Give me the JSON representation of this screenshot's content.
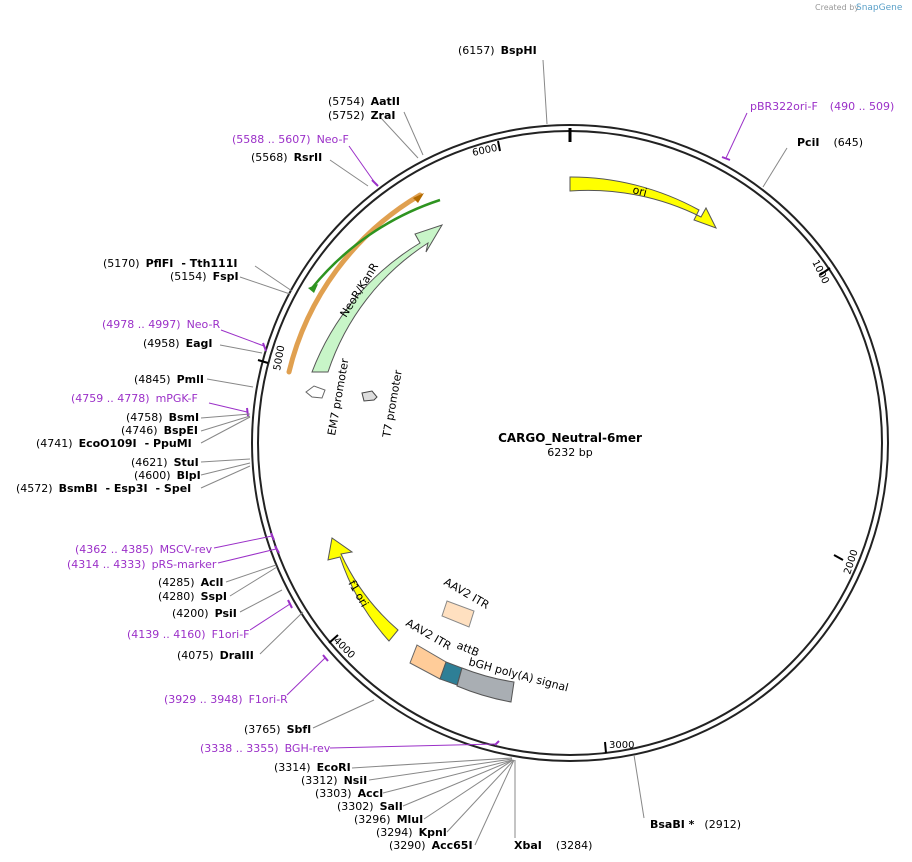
{
  "credit": {
    "created_by": "Created by",
    "brand": "SnapGene"
  },
  "plasmid": {
    "name": "CARGO_Neutral-6mer",
    "length_label": "6232 bp"
  },
  "ticks": [
    "1000",
    "2000",
    "3000",
    "4000",
    "5000",
    "6000"
  ],
  "sites": [
    {
      "num": "(6157)",
      "name": "BspHI"
    },
    {
      "num": "(5754)",
      "name": "AatII"
    },
    {
      "num": "(5752)",
      "name": "ZraI"
    },
    {
      "num": "(5568)",
      "name": "RsrII"
    },
    {
      "num": "(645)",
      "name": "PciI"
    },
    {
      "num": "(5170)",
      "name": "PflFI",
      "extra": "- Tth111I"
    },
    {
      "num": "(5154)",
      "name": "FspI"
    },
    {
      "num": "(4958)",
      "name": "EagI"
    },
    {
      "num": "(4845)",
      "name": "PmlI"
    },
    {
      "num": "(4758)",
      "name": "BsmI"
    },
    {
      "num": "(4746)",
      "name": "BspEI"
    },
    {
      "num": "(4741)",
      "name": "EcoO109I",
      "extra": "- PpuMI"
    },
    {
      "num": "(4621)",
      "name": "StuI"
    },
    {
      "num": "(4600)",
      "name": "BlpI"
    },
    {
      "num": "(4572)",
      "name": "BsmBI",
      "extra": "- Esp3I",
      "extra2": "- SpeI"
    },
    {
      "num": "(4285)",
      "name": "AclI"
    },
    {
      "num": "(4280)",
      "name": "SspI"
    },
    {
      "num": "(4200)",
      "name": "PsiI"
    },
    {
      "num": "(4075)",
      "name": "DraIII"
    },
    {
      "num": "(3765)",
      "name": "SbfI"
    },
    {
      "num": "(3314)",
      "name": "EcoRI"
    },
    {
      "num": "(3312)",
      "name": "NsiI"
    },
    {
      "num": "(3303)",
      "name": "AccI"
    },
    {
      "num": "(3302)",
      "name": "SalI"
    },
    {
      "num": "(3296)",
      "name": "MluI"
    },
    {
      "num": "(3294)",
      "name": "KpnI"
    },
    {
      "num": "(3290)",
      "name": "Acc65I"
    },
    {
      "num": "(3284)",
      "name": "XbaI"
    },
    {
      "num": "(2912)",
      "name": "BsaBI *"
    }
  ],
  "primers": [
    {
      "range": "(490 .. 509)",
      "name": "pBR322ori-F"
    },
    {
      "range": "(5588 .. 5607)",
      "name": "Neo-F"
    },
    {
      "range": "(4978 .. 4997)",
      "name": "Neo-R"
    },
    {
      "range": "(4759 .. 4778)",
      "name": "mPGK-F"
    },
    {
      "range": "(4362 .. 4385)",
      "name": "MSCV-rev"
    },
    {
      "range": "(4314 .. 4333)",
      "name": "pRS-marker"
    },
    {
      "range": "(4139 .. 4160)",
      "name": "F1ori-F"
    },
    {
      "range": "(3929 .. 3948)",
      "name": "F1ori-R"
    },
    {
      "range": "(3338 .. 3355)",
      "name": "BGH-rev"
    }
  ],
  "features": {
    "ori": "ori",
    "neo": "NeoR/KanR",
    "em7": "EM7 promoter",
    "t7": "T7 promoter",
    "f1": "f1 ori",
    "itr_top": "AAV2 ITR",
    "itr_bottom": "AAV2 ITR",
    "attb": "attB",
    "bgh": "bGH poly(A) signal"
  },
  "colors": {
    "ori": "#ffff00",
    "neo": "#c8f5c8",
    "itr": "#ffcc99",
    "attb": "#2e7f96",
    "bgh": "#a9aeb3",
    "primer": "#9b30c8",
    "orange": "#f2a43a",
    "green": "#2e9420"
  }
}
